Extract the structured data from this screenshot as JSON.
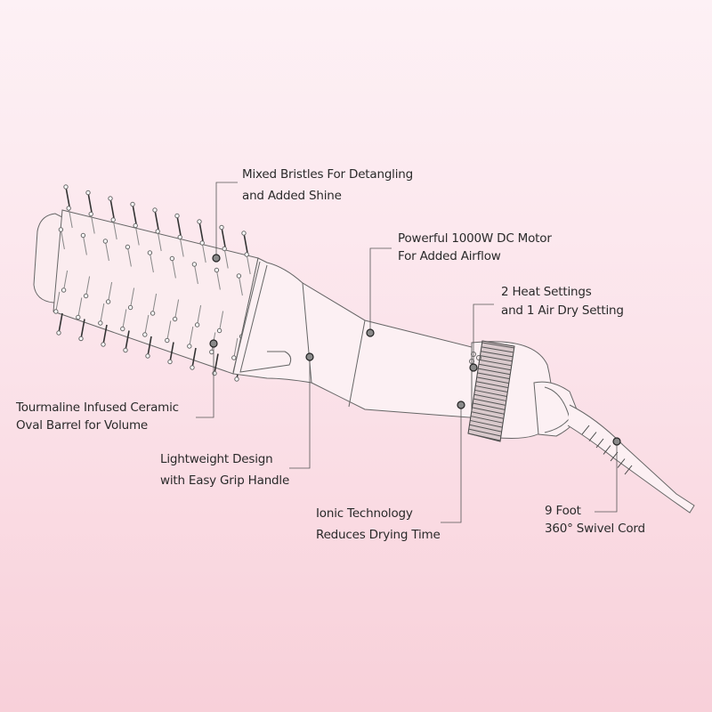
{
  "callouts": [
    {
      "id": "bristles",
      "lines": [
        "Mixed Bristles For Detangling",
        "and Added Shine"
      ]
    },
    {
      "id": "motor",
      "lines": [
        "Powerful 1000W DC Motor",
        "For Added Airflow"
      ]
    },
    {
      "id": "heat",
      "lines": [
        "2 Heat Settings",
        "and 1 Air Dry Setting"
      ]
    },
    {
      "id": "barrel",
      "lines": [
        "Tourmaline Infused Ceramic",
        "Oval Barrel for Volume"
      ]
    },
    {
      "id": "handle",
      "lines": [
        "Lightweight Design",
        "with Easy Grip Handle"
      ]
    },
    {
      "id": "ionic",
      "lines": [
        "Ionic Technology",
        "Reduces Drying Time"
      ]
    },
    {
      "id": "cord",
      "lines": [
        "9 Foot",
        "360° Swivel Cord"
      ]
    }
  ],
  "colors": {
    "line": "#555555",
    "dot": "#8a8a8a",
    "text": "#2a2a2a"
  }
}
